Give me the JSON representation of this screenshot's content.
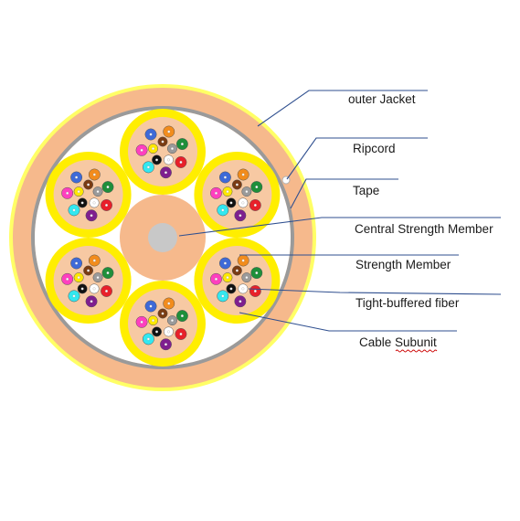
{
  "labels": {
    "outer_jacket": "outer Jacket",
    "ripcord": "Ripcord",
    "tape": "Tape",
    "central_strength_member": "Central Strength Member",
    "strength_member": "Strength Member",
    "tight_buffered_fiber": "Tight-buffered fiber",
    "cable_subunit": "Cable Subunit"
  },
  "colors": {
    "jacket": "#f6b98c",
    "tape_ring": "#9a9a9a",
    "cable_rim": "#ffff66",
    "cable_interior": "#ffffff",
    "subunit_jacket": "#ffee00",
    "subunit_core": "#f7c9a3",
    "central_member_outer": "#f6b98c",
    "central_member_core": "#c8c8c8",
    "leader_line": "#2f4f8f",
    "spellcheck_underline": "#cc0000"
  },
  "fiber_colors": [
    "blue-#3e6ad8",
    "orange-#f28c1c",
    "green-#1f8f3a",
    "brown-#7a3b12",
    "slate-#9a9a9a",
    "white-#ffffff",
    "red-#e8202a",
    "black-#111111",
    "yellow-#ffe800",
    "violet-#7f1f8f",
    "rose-#ff3fbf",
    "aqua-#33e8f0"
  ],
  "subunit_count": 6,
  "fibers_per_subunit": 12
}
